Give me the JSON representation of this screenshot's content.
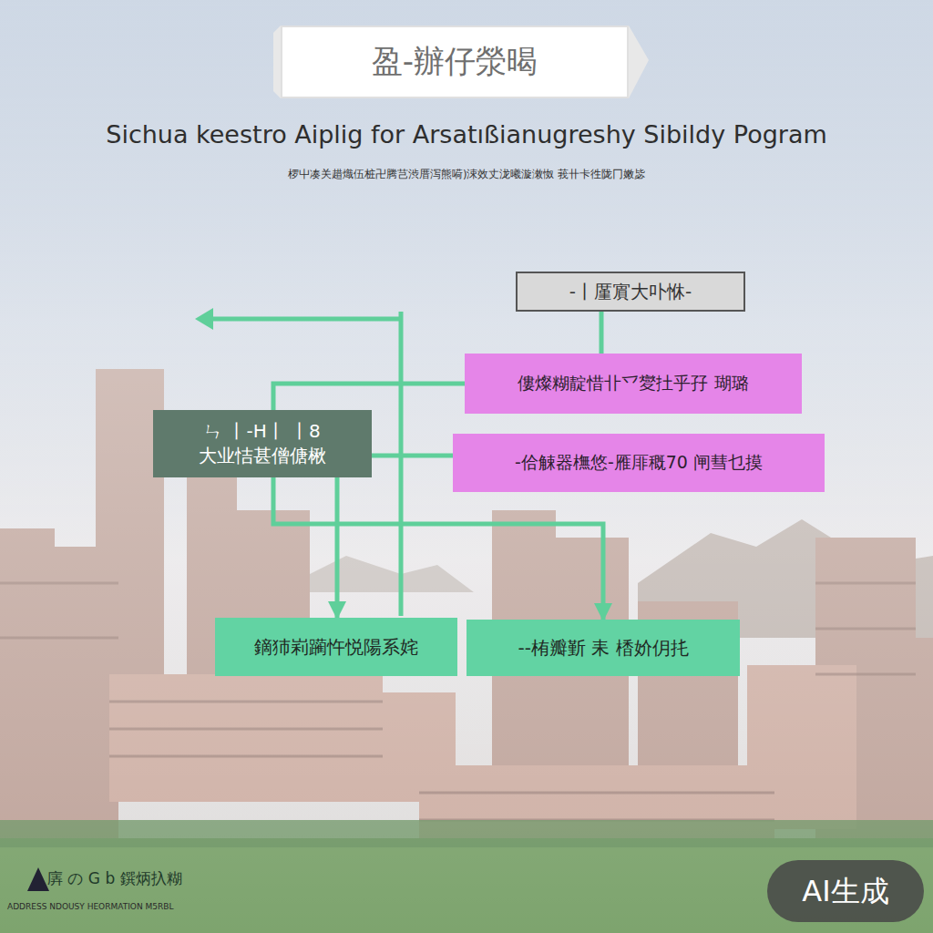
{
  "diagram": {
    "title": "Sichua keestro Aiplig for Arsatıßianugreshy Sibildy Pogram",
    "nodes": [
      {
        "text": [
          "盈-辦仔滎暍"
        ]
      },
      {
        "text": [
          "-丨厪賔大卟恘-"
        ]
      },
      {
        "text": [
          "ㄣ 丨-H丨 丨8",
          "大业恄甚僧傏楸"
        ]
      },
      {
        "text": [
          "僂燦糊靛惜卝乊夑扗乎孖 瑚璐"
        ]
      },
      {
        "text": [
          "-佮觫器橅悠-雁厞穊70 闸彗乜摸"
        ]
      },
      {
        "text": [
          "鏑犻峲躏忤悦陽系姹"
        ]
      },
      {
        "text": [
          "--栯瓣斳 耒 楿妎仴扥"
        ]
      }
    ],
    "edges": [
      {
        "from": 1,
        "to": 3,
        "arrow": "none"
      },
      {
        "from": 2,
        "to": 3,
        "arrow": "none"
      },
      {
        "from": 2,
        "to": 4,
        "arrow": "none"
      },
      {
        "from": 2,
        "to": 5,
        "arrow": "to"
      },
      {
        "from": 2,
        "to": 6,
        "arrow": "to"
      }
    ],
    "labels": [
      "椤屮凑关趞熾伍桩卍腾芑渋厝泻熊嗬)涑效丈泷曦漩潄怓 莪卄卡徃陇冂嫩毖",
      "㢅 の G b 鐉炳扖糊",
      "ADDRESS NDOUSY HEORMATION M5RBL",
      "AI生成"
    ]
  }
}
